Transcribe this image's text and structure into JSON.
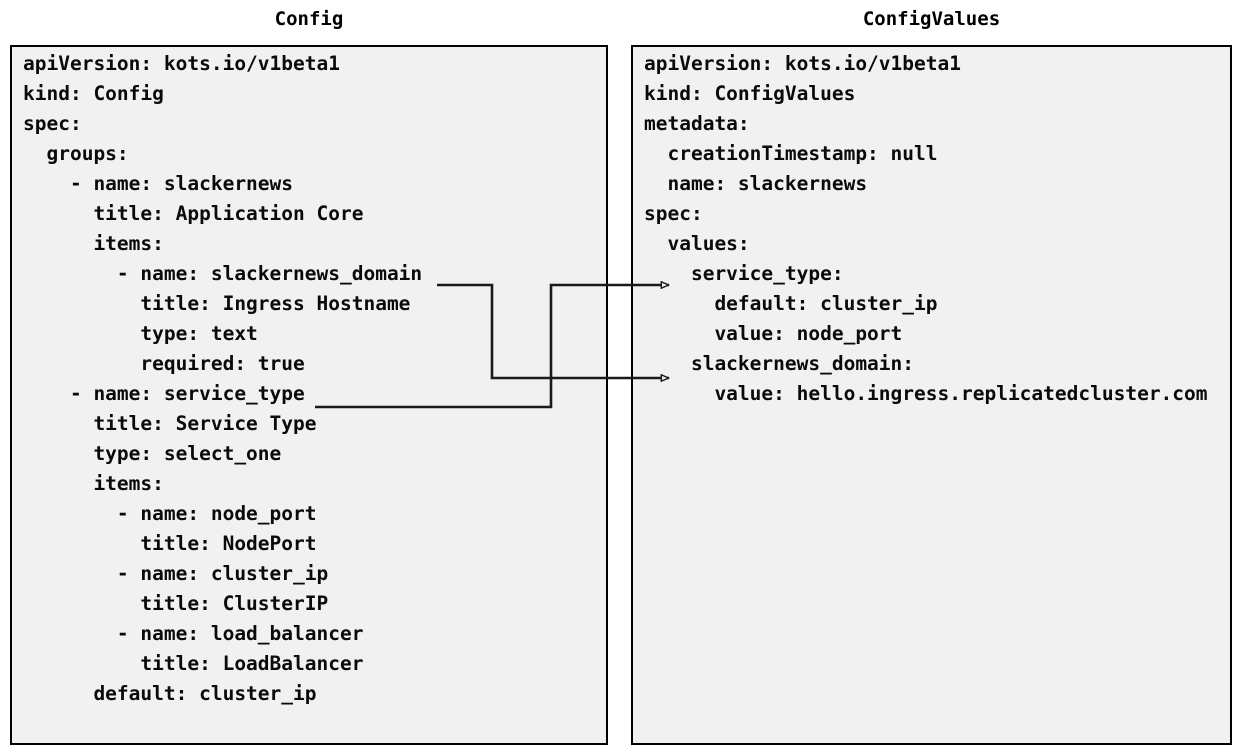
{
  "diagram": {
    "title_left": "Config",
    "title_right": "ConfigValues",
    "background": "#ffffff",
    "panel_background": "#f1f1f1",
    "panel_border_color": "#000000",
    "text_color": "#0a0a0a",
    "connector_color": "#1a1a1a"
  },
  "panels": [
    {
      "id": "config",
      "title": "Config",
      "lines": [
        "apiVersion: kots.io/v1beta1",
        "kind: Config",
        "spec:",
        "  groups:",
        "    - name: slackernews",
        "      title: Application Core",
        "      items:",
        "        - name: slackernews_domain",
        "          title: Ingress Hostname",
        "          type: text",
        "          required: true",
        "    - name: service_type",
        "      title: Service Type",
        "      type: select_one",
        "      items:",
        "        - name: node_port",
        "          title: NodePort",
        "        - name: cluster_ip",
        "          title: ClusterIP",
        "        - name: load_balancer",
        "          title: LoadBalancer",
        "      default: cluster_ip"
      ]
    },
    {
      "id": "configvalues",
      "title": "ConfigValues",
      "lines": [
        "apiVersion: kots.io/v1beta1",
        "kind: ConfigValues",
        "metadata:",
        "  creationTimestamp: null",
        "  name: slackernews",
        "spec:",
        "  values:",
        "    service_type:",
        "      default: cluster_ip",
        "      value: node_port",
        "    slackernews_domain:",
        "      value: hello.ingress.replicatedcluster.com"
      ]
    }
  ],
  "connectors": [
    {
      "id": "slackernews-domain-link",
      "from_label": "slackernews_domain",
      "to_label": "slackernews_domain:",
      "from_side": "config.items",
      "to_side": "configvalues.values"
    },
    {
      "id": "service-type-link",
      "from_label": "service_type",
      "to_label": "service_type:",
      "from_side": "config.groups",
      "to_side": "configvalues.values"
    }
  ]
}
